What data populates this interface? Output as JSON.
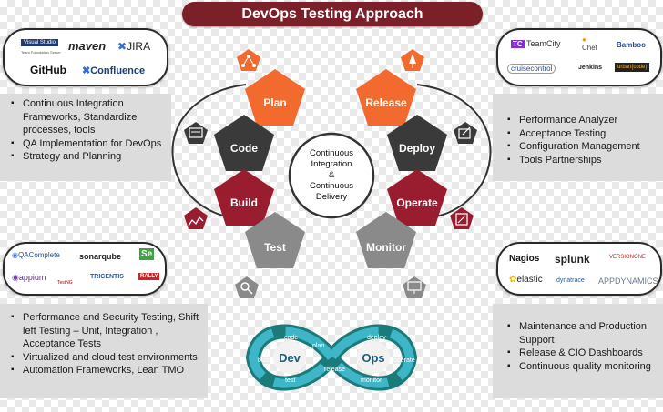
{
  "title": "DevOps Testing Approach",
  "center_text": [
    "Continuous",
    "Integration",
    "&",
    "Continuous",
    "Delivery"
  ],
  "stages": {
    "plan": "Plan",
    "code": "Code",
    "build": "Build",
    "test": "Test",
    "release": "Release",
    "deploy": "Deploy",
    "operate": "Operate",
    "monitor": "Monitor"
  },
  "colors": {
    "orange": "#f26a2e",
    "dark": "#3a3a3a",
    "red": "#9a1c2f",
    "gray": "#8a8a8a",
    "title_bg": "#7b1f28"
  },
  "icons": {
    "plan": "network-icon",
    "code": "code-icon",
    "build": "chart-icon",
    "test": "magnify-icon",
    "release": "rocket-icon",
    "deploy": "deploy-icon",
    "operate": "operate-icon",
    "monitor": "monitor-icon"
  },
  "logos": {
    "top_left": [
      "Visual Studio",
      "Team Foundation Server",
      "maven",
      "JIRA",
      "GitHub",
      "Confluence"
    ],
    "top_right": [
      "TeamCity",
      "Chef",
      "Bamboo",
      "cruisecontrol",
      "Jenkins",
      "urban{code}"
    ],
    "bottom_left": [
      "QAComplete",
      "sonarqube",
      "Se",
      "appium",
      "TestNG",
      "TRICENTIS",
      "RALLY"
    ],
    "bottom_right": [
      "Nagios",
      "splunk",
      "VERSIONONE",
      "elastic",
      "dynatrace",
      "APPDYNAMICS"
    ]
  },
  "bullets": {
    "top_left": [
      "Continuous Integration Frameworks, Standardize processes, tools",
      "QA Implementation for DevOps",
      "Strategy and Planning"
    ],
    "top_right": [
      "Performance Analyzer",
      "Acceptance Testing",
      "Configuration Management",
      "Tools Partnerships"
    ],
    "bottom_left": [
      "Performance and Security Testing, Shift left Testing – Unit, Integration , Acceptance Tests",
      "Virtualized and cloud test environments",
      "Automation Frameworks, Lean TMO"
    ],
    "bottom_right": [
      "Maintenance and Production Support",
      "Release & CIO Dashboards",
      "Continuous quality monitoring"
    ]
  },
  "infinity": {
    "dev": "Dev",
    "ops": "Ops",
    "labels": [
      "code",
      "plan",
      "build",
      "test",
      "release",
      "deploy",
      "operate",
      "monitor"
    ]
  }
}
